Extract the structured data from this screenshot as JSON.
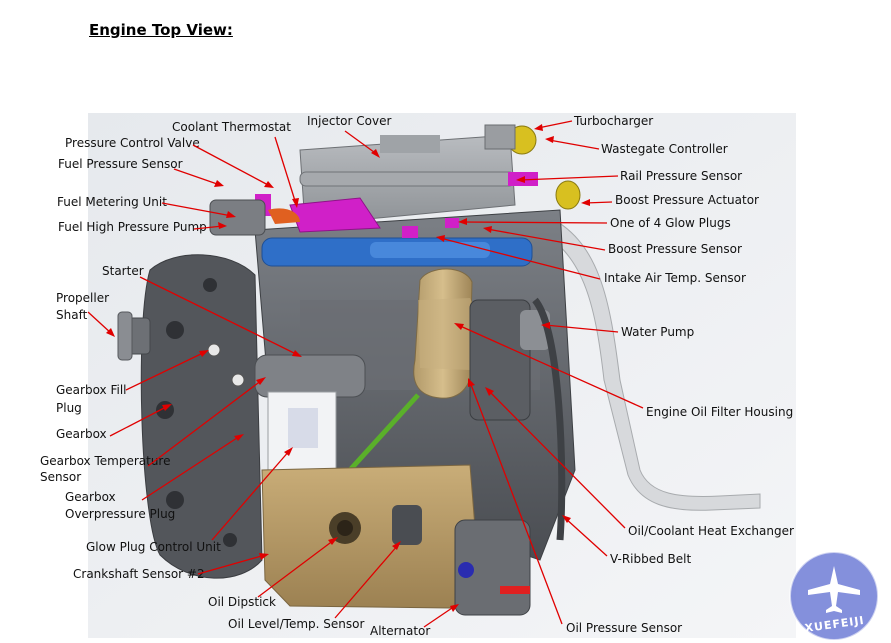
{
  "title": "Engine Top View:",
  "labels": {
    "injector_cover": "Injector Cover",
    "turbocharger": "Turbocharger",
    "coolant_thermostat": "Coolant Thermostat",
    "pressure_control_valve": "Pressure Control Valve",
    "wastegate_controller": "Wastegate Controller",
    "fuel_pressure_sensor": "Fuel Pressure Sensor",
    "rail_pressure_sensor": "Rail Pressure Sensor",
    "boost_pressure_actuator": "Boost Pressure Actuator",
    "fuel_metering_unit": "Fuel Metering Unit",
    "glow_plugs": "One of 4 Glow Plugs",
    "fuel_high_pressure_pump": "Fuel High Pressure Pump",
    "boost_pressure_sensor": "Boost Pressure Sensor",
    "starter": "Starter",
    "intake_air_temp_sensor": "Intake Air Temp. Sensor",
    "propeller_line1": "Propeller",
    "propeller_line2": "Shaft",
    "water_pump": "Water Pump",
    "gearbox_fill_line1": "Gearbox Fill",
    "gearbox_fill_line2": "Plug",
    "engine_oil_filter_housing": "Engine Oil Filter Housing",
    "gearbox": "Gearbox",
    "gearbox_temp_line1": "Gearbox Temperature",
    "gearbox_temp_line2": "Sensor",
    "gearbox_overpressure_line1": "Gearbox",
    "gearbox_overpressure_line2": "Overpressure Plug",
    "oil_coolant_heat_exchanger": "Oil/Coolant Heat Exchanger",
    "glow_plug_control_unit": "Glow Plug Control Unit",
    "v_ribbed_belt": "V-Ribbed Belt",
    "crankshaft_sensor": "Crankshaft Sensor #2",
    "oil_dipstick": "Oil Dipstick",
    "oil_level_temp_sensor": "Oil Level/Temp. Sensor",
    "oil_pressure_sensor": "Oil Pressure Sensor",
    "alternator": "Alternator"
  },
  "watermark": "XUEFEIJI",
  "colors": {
    "leader": "#e00000",
    "watermark": "#6f7dd6",
    "engine_block": "#5f6266",
    "intake_blue": "#2f6fc8",
    "oil_pan": "#b89c6a",
    "magenta_parts": "#d020c8",
    "turbo_yellow": "#d8c020"
  }
}
